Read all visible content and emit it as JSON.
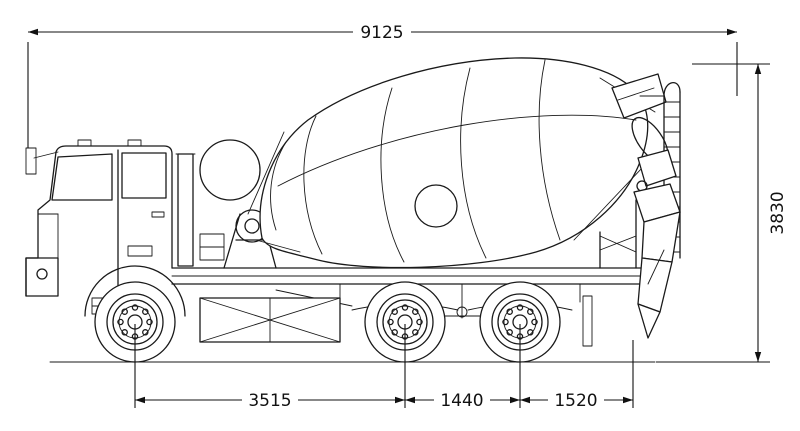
{
  "diagram": {
    "colors": {
      "line": "#1a1a1a",
      "background": "#ffffff"
    },
    "dimensions": {
      "overall_length": "9125",
      "overall_height": "3830",
      "front_axle_to_first_rear_axle": "3515",
      "rear_axle_spacing": "1440",
      "rear_axle_to_rear_point": "1520"
    }
  }
}
